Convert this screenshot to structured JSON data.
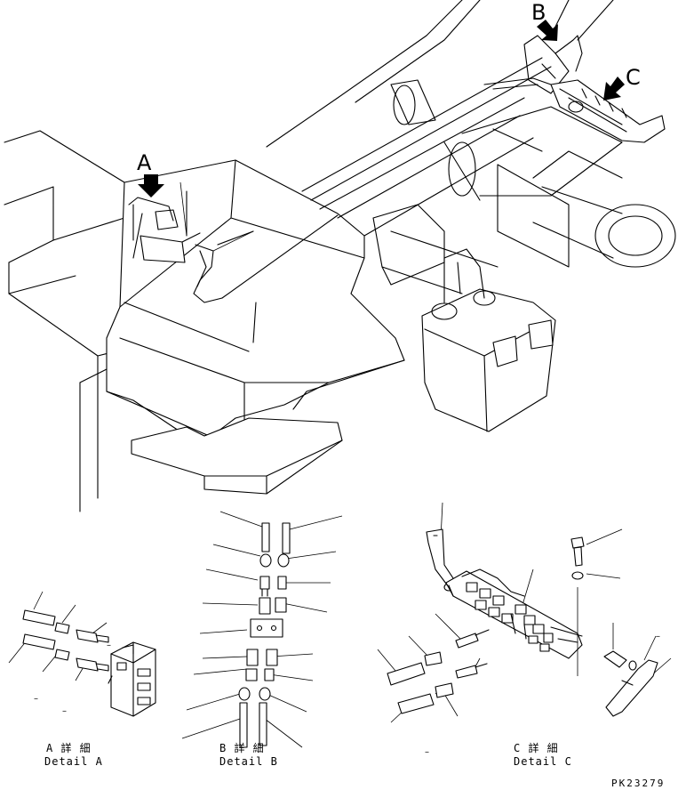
{
  "callouts": {
    "a": "A",
    "b": "B",
    "c": "C"
  },
  "details": {
    "a": {
      "jp": "A 詳 細",
      "en": "Detail A"
    },
    "b": {
      "jp": "B 詳 細",
      "en": "Detail B"
    },
    "c": {
      "jp": "C 詳 細",
      "en": "Detail C"
    }
  },
  "drawing_code": "PK23279",
  "ref_mark": "–"
}
